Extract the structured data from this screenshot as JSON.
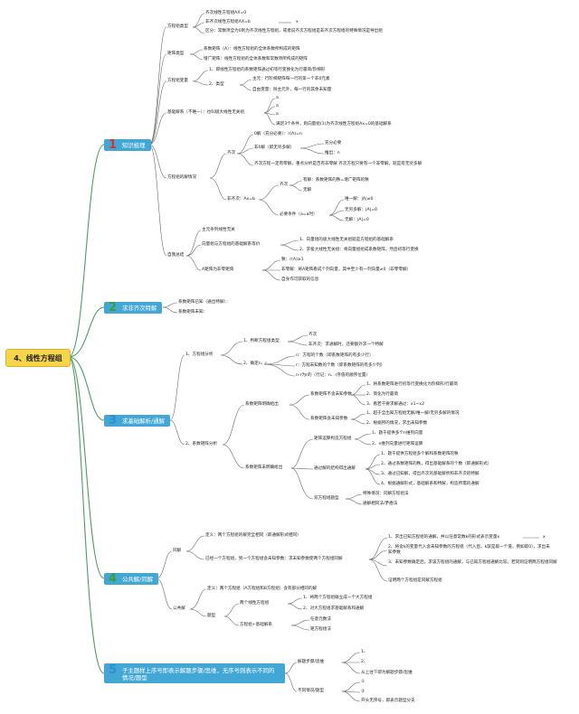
{
  "root": "4、线性方程组",
  "sections": [
    {
      "number": "1",
      "title": "知识梳理",
      "nodes": {
        "type": "方程组类型",
        "type_items": [
          "齐次线性方程组AX=0",
          "非齐次线性方程组AX=b",
          "区分：常数项全为0则为齐次线性方程组，或者说齐次方程组是非齐次方程组的特殊情况是导出组"
        ],
        "type_arrow_label": "x",
        "matrix": "矩阵类型",
        "matrix_items": [
          "系数矩阵（A）：线性方程组的全体系数所构成的矩阵",
          "增广矩阵：线性方程组的全体系数和常数项所构成的矩阵"
        ],
        "variables": "方程组变量",
        "var_items": [
          "1、即线性方程组的系数矩阵通过初等行变换化为行最简/阶梯形",
          "2、类型"
        ],
        "var_types": [
          "主元：行阶梯矩阵每一行的第一个非0元素",
          "自由变量：除主元外，每一行的其余未知量"
        ],
        "basis": "基础解系（不唯一）：也叫极大线性无关组",
        "basis_items": [
          "a",
          "a",
          "a"
        ],
        "basis_note": "满足3个条件，则向量组(1)为齐次线性方程组Ax=0的基础解系",
        "cases": "方程组的解情况",
        "homog": "齐次",
        "homog_zero": "0解（充分必要）：r(A)=n",
        "homog_nonzero": "非0解（即无穷多解）",
        "homog_nonzero_a": "充分必要",
        "homog_nonzero_b": "推出：n",
        "homog_note": "齐次方程一定有零解，重点分析是否有非零解 齐次方程只要有一个非零解，就是有无穷多解",
        "nonhomog": "非齐次：Ax=b",
        "nh_yes": "有解：系数矩阵的秩=增广矩阵的秩",
        "nh_no": "无解",
        "nh_cond": "必要条件（a=a时）",
        "nh_unique": "唯一解：|A|≠0",
        "nh_inf": "无穷多解：|A|=0",
        "nh_none": "无解：|A|=0",
        "self_check": "自我总结",
        "sc_items": [
          "主元条列线性无关",
          "向量组与方程组的基础解系等价"
        ],
        "sc_sub": [
          "1、向量组的极大线性无关组就是方程组的基础解系",
          "2、求极大线性无关组：将向量组组成系数矩阵，然后初等行变换"
        ],
        "sc_rank": "A矩阵为非零矩阵",
        "sc_rank_items": [
          "秩：r(A)≥1",
          "非零解：将A矩阵看成个列向量，其中至少有一列向量≠0（非零零解）",
          "自身作可获取的信息"
        ]
      }
    },
    {
      "number": "2",
      "title": "求非齐次特解",
      "items": [
        "系数矩阵已知（通出特解）：",
        "系数矩阵未知："
      ]
    },
    {
      "number": "3",
      "title": "求基础解析/通解",
      "nodes": {
        "eq_analysis": "1、方程组分析",
        "eq_items": [
          "1、判断方程组类型",
          "2、确定n、r"
        ],
        "eq_type_items": [
          "齐次",
          "非齐次：求通解时，还要额外求一个特解"
        ],
        "nr_items": [
          "n：方程的个数（即系数矩阵的有多少行）",
          "r：方程未知数的个数（即系数矩阵的有多少列）",
          "n-r为r的（行记：n、r序值的顺序位置）"
        ],
        "matrix_analysis": "2、系数矩阵分析",
        "known": "系数矩阵明确给出",
        "known_a": "系数矩阵不含未知参数",
        "known_a_items": [
          "1、将系数矩阵进行初等行变换化为阶梯形/行最简",
          "2、简化为行最简",
          "3、看若干要求解通过：x1~x2"
        ],
        "known_b": "系数矩阵含未知参数",
        "known_b_items": [
          "1、超于全出知方程组无解/唯一解/无穷多解的情况",
          "2、根据所的情况，求出未知参数"
        ],
        "unknown": "系数矩阵未明确给出",
        "unknown_a": "矩阵运算构造方程组",
        "unknown_a_items": [
          "1、题干提供多个n维列向量",
          "2、n维列向量进行矩阵运算"
        ],
        "unknown_b": "通过解的结构得出通解",
        "unknown_b_items": [
          "1、题干提供方程组多个解和系数矩阵的秩",
          "2、通过系数矩阵的秩，得出基础解系的个数（即通解形式）",
          "3、通过已知解，得出齐次的基础解析和非齐次的特解",
          "4、根据通解形式，基础解系和特解，构造所需的通解"
        ],
        "unknown_c": "双方程组题型",
        "unknown_c_items": [
          "特殊情况：同解方程组法",
          "通解相同法/矛盾法"
        ]
      }
    },
    {
      "number": "4",
      "title": "公共解/同解",
      "nodes": {
        "same": "同解",
        "same_def": "定义：两个方程组的解完全相同（即通解形式相同）",
        "same_known": "已经一个方程组，另一个方程组含未知参数：求未知参数使两个方程组同解",
        "same_known_items": [
          "1、求出已知方程组的通解，并以任意常数k的形式表示变量x",
          "2、将含k的变量代入含未知参数的方程组（代入后，k就是取一个值，例如取0），求出未知参数",
          "3、未知参数确定后，求该方程组的通解，与已知方程组通解比较，若同则证明两方程组同解",
          "证明两个方程组是同解方程组"
        ],
        "same_arrow_label": "x",
        "common": "公共解",
        "common_def": "定义：两个方程组（A方程组和B方程组）含有部分相同的解",
        "topic": "题型",
        "topic_a": "两个线性方程组",
        "topic_a_items": [
          "1、将两个方程组联立成一个大方程组",
          "2、对大方程组求基础解系和通解"
        ],
        "topic_b": "方程组+基础解系",
        "topic_b_items": [
          "任意元数法",
          "矩方程组法"
        ]
      }
    },
    {
      "number": "5",
      "title": "子主题样上序号即表示解题步骤/思维，无序号则表示不同的情况/题型",
      "nodes": {
        "steps": "解题步骤/思维",
        "steps_items": [
          "1、",
          "2、",
          "从上往下即为解题步骤/思维"
        ],
        "cases": "不同情况/题型",
        "cases_items": [
          "①",
          "②",
          "开头无序号，即表示题型分支"
        ]
      }
    }
  ],
  "colors": {
    "root_bg": "#f6d44c",
    "main_bg": "#43a7d6",
    "main_text": "#ffffff",
    "connector": "#4d9a68",
    "num1": "#d8322a",
    "num2": "#3c9d3c",
    "num3": "#2e8fd0"
  }
}
